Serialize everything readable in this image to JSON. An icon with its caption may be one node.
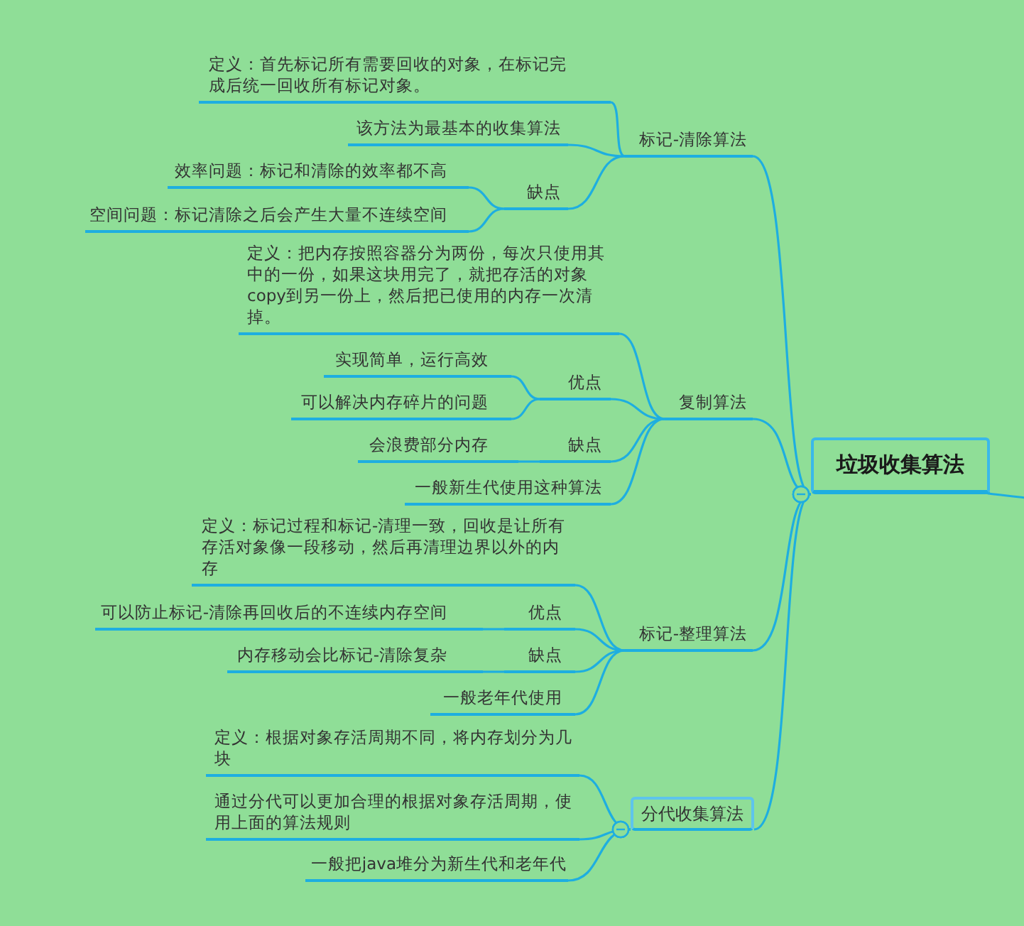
{
  "diagram": {
    "nodes": [
      {
        "text": [
          "垃圾收集算法"
        ]
      },
      {
        "text": [
          "标记-清除算法"
        ]
      },
      {
        "text": [
          "定义：首先标记所有需要回收的对象，在标记完成后统一回收所有标记对象。"
        ]
      },
      {
        "text": [
          "该方法为最基本的收集算法"
        ]
      },
      {
        "text": [
          "缺点"
        ]
      },
      {
        "text": [
          "效率问题：标记和清除的效率都不高"
        ]
      },
      {
        "text": [
          "空间问题：标记清除之后会产生大量不连续空间"
        ]
      },
      {
        "text": [
          "复制算法"
        ]
      },
      {
        "text": [
          "定义：把内存按照容器分为两份，每次只使用其中的一份，如果这块用完了，就把存活的对象copy到另一份上，然后把已使用的内存一次清掉。"
        ]
      },
      {
        "text": [
          "优点"
        ]
      },
      {
        "text": [
          "实现简单，运行高效"
        ]
      },
      {
        "text": [
          "可以解决内存碎片的问题"
        ]
      },
      {
        "text": [
          "缺点"
        ]
      },
      {
        "text": [
          "会浪费部分内存"
        ]
      },
      {
        "text": [
          "一般新生代使用这种算法"
        ]
      },
      {
        "text": [
          "标记-整理算法"
        ]
      },
      {
        "text": [
          "定义：标记过程和标记-清理一致，回收是让所有存活对象像一段移动，然后再清理边界以外的内存"
        ]
      },
      {
        "text": [
          "优点"
        ]
      },
      {
        "text": [
          "可以防止标记-清除再回收后的不连续内存空间"
        ]
      },
      {
        "text": [
          "缺点"
        ]
      },
      {
        "text": [
          "内存移动会比标记-清除复杂"
        ]
      },
      {
        "text": [
          "一般老年代使用"
        ]
      },
      {
        "text": [
          "分代收集算法"
        ]
      },
      {
        "text": [
          "定义：根据对象存活周期不同，将内存划分为几块"
        ]
      },
      {
        "text": [
          "通过分代可以更加合理的根据对象存活周期，使用上面的算法规则"
        ]
      },
      {
        "text": [
          "一般把java堆分为新生代和老年代"
        ]
      }
    ],
    "edges": [
      {
        "from": 0,
        "to": 1,
        "arrow": "other"
      },
      {
        "from": 1,
        "to": 2,
        "arrow": "none"
      },
      {
        "from": 1,
        "to": 3,
        "arrow": "none"
      },
      {
        "from": 1,
        "to": 4,
        "arrow": "none"
      },
      {
        "from": 4,
        "to": 5,
        "arrow": "none"
      },
      {
        "from": 4,
        "to": 6,
        "arrow": "none"
      },
      {
        "from": 0,
        "to": 7,
        "arrow": "other"
      },
      {
        "from": 7,
        "to": 8,
        "arrow": "none"
      },
      {
        "from": 7,
        "to": 9,
        "arrow": "none"
      },
      {
        "from": 9,
        "to": 10,
        "arrow": "none"
      },
      {
        "from": 9,
        "to": 11,
        "arrow": "none"
      },
      {
        "from": 7,
        "to": 12,
        "arrow": "none"
      },
      {
        "from": 12,
        "to": 13,
        "arrow": "none"
      },
      {
        "from": 7,
        "to": 14,
        "arrow": "none"
      },
      {
        "from": 0,
        "to": 15,
        "arrow": "other"
      },
      {
        "from": 15,
        "to": 16,
        "arrow": "none"
      },
      {
        "from": 15,
        "to": 17,
        "arrow": "none"
      },
      {
        "from": 17,
        "to": 18,
        "arrow": "none"
      },
      {
        "from": 15,
        "to": 19,
        "arrow": "none"
      },
      {
        "from": 19,
        "to": 20,
        "arrow": "none"
      },
      {
        "from": 15,
        "to": 21,
        "arrow": "none"
      },
      {
        "from": 0,
        "to": 22,
        "arrow": "other"
      },
      {
        "from": 22,
        "to": 23,
        "arrow": "other"
      },
      {
        "from": 22,
        "to": 24,
        "arrow": "other"
      },
      {
        "from": 22,
        "to": 25,
        "arrow": "other"
      },
      {
        "from": 0,
        "to": null,
        "arrow": "none"
      }
    ]
  }
}
